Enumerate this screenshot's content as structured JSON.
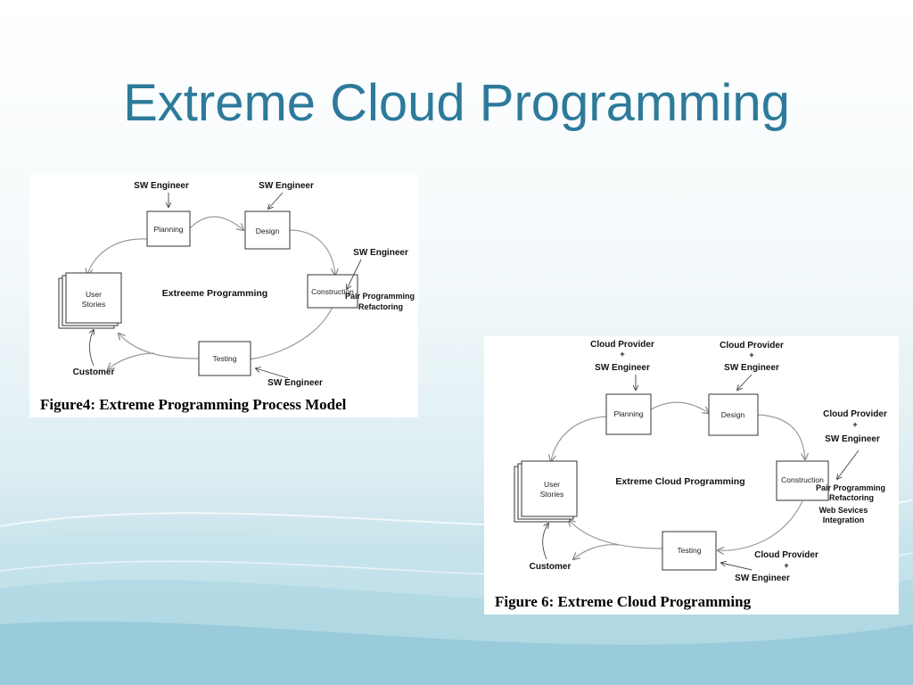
{
  "slide": {
    "title": "Extreme Cloud Programming"
  },
  "figure4": {
    "caption": "Figure4: Extreme Programming Process Model",
    "center_label": "Extreeme Programming",
    "nodes": {
      "planning": "Planning",
      "design": "Design",
      "construction": "Construction",
      "testing": "Testing",
      "user_stories_1": "User",
      "user_stories_2": "Stories"
    },
    "actors": {
      "planning": "SW Engineer",
      "design": "SW Engineer",
      "construction": "SW Engineer",
      "testing": "SW Engineer",
      "customer": "Customer"
    },
    "notes": {
      "pair_programming": "Pair Programming",
      "refactoring": "Refactoring"
    }
  },
  "figure6": {
    "caption": "Figure 6: Extreme Cloud Programming",
    "center_label": "Extreme Cloud Programming",
    "nodes": {
      "planning": "Planning",
      "design": "Design",
      "construction": "Construction",
      "testing": "Testing",
      "user_stories_1": "User",
      "user_stories_2": "Stories"
    },
    "actors": {
      "provider": "Cloud Provider",
      "plus": "+",
      "engineer": "SW Engineer",
      "customer": "Customer"
    },
    "notes": {
      "pair_programming": "Pair Programming",
      "refactoring": "Refactoring",
      "web_services": "Web Sevices",
      "integration": "Integration"
    }
  },
  "colors": {
    "title": "#2d7a9a",
    "background_bottom": "#9fcfdc"
  }
}
